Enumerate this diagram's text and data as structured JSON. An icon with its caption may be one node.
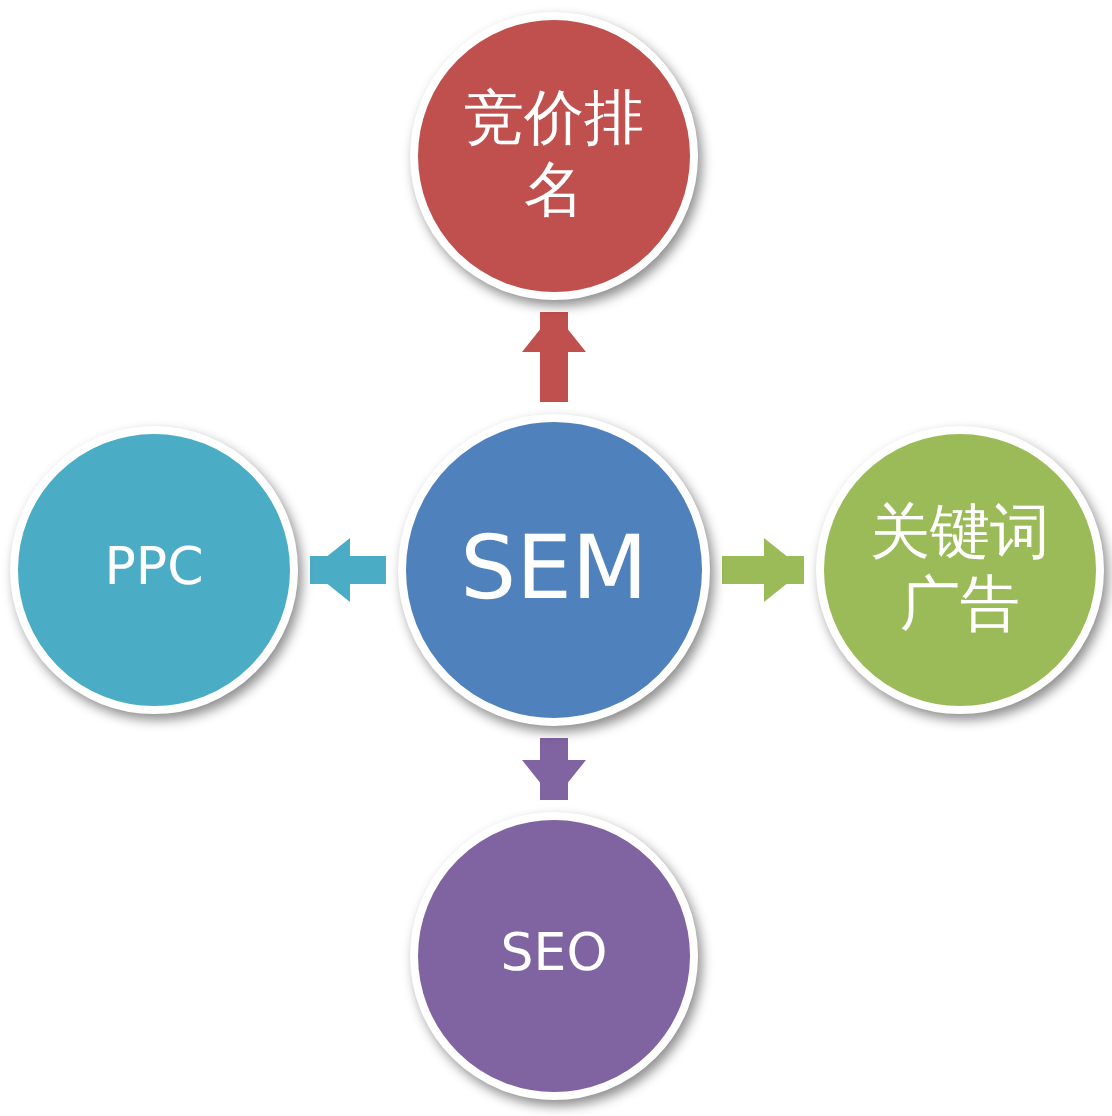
{
  "diagram": {
    "nodes": [
      {
        "text": [
          "SEM"
        ]
      },
      {
        "text": [
          "竞价排名"
        ]
      },
      {
        "text": [
          "PPC"
        ]
      },
      {
        "text": [
          "关键词广告"
        ]
      },
      {
        "text": [
          "SEO"
        ]
      }
    ],
    "edges": [
      {
        "from": 0,
        "to": 1,
        "arrow": "to",
        "color": "#c0504d"
      },
      {
        "from": 0,
        "to": 2,
        "arrow": "to",
        "color": "#4bacc6"
      },
      {
        "from": 0,
        "to": 3,
        "arrow": "to",
        "color": "#9bbb59"
      },
      {
        "from": 0,
        "to": 4,
        "arrow": "to",
        "color": "#8064a2"
      }
    ]
  }
}
